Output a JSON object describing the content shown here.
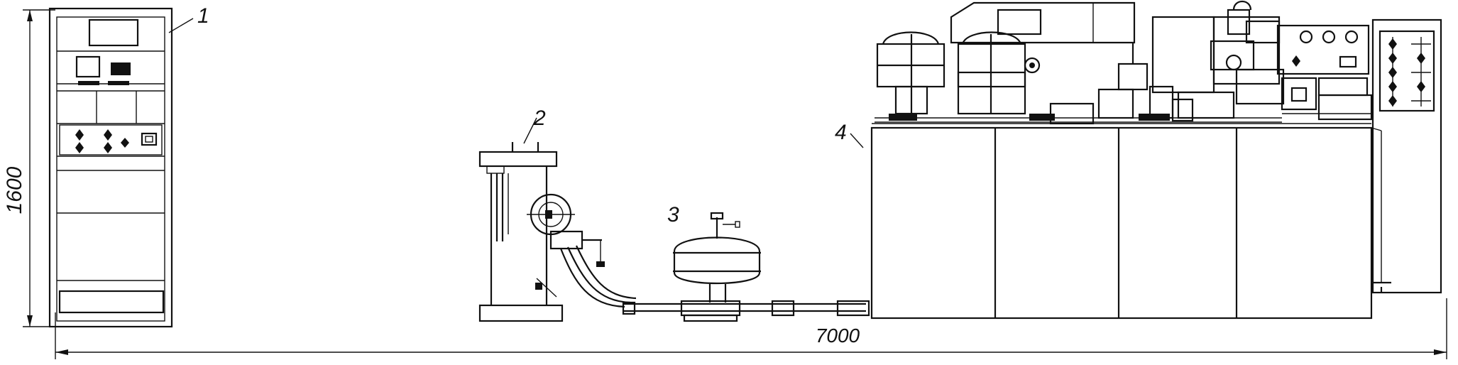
{
  "labels": {
    "unit1": "1",
    "unit2": "2",
    "unit3": "3",
    "unit4": "4"
  },
  "dimensions": {
    "height": "1600",
    "length": "7000"
  }
}
